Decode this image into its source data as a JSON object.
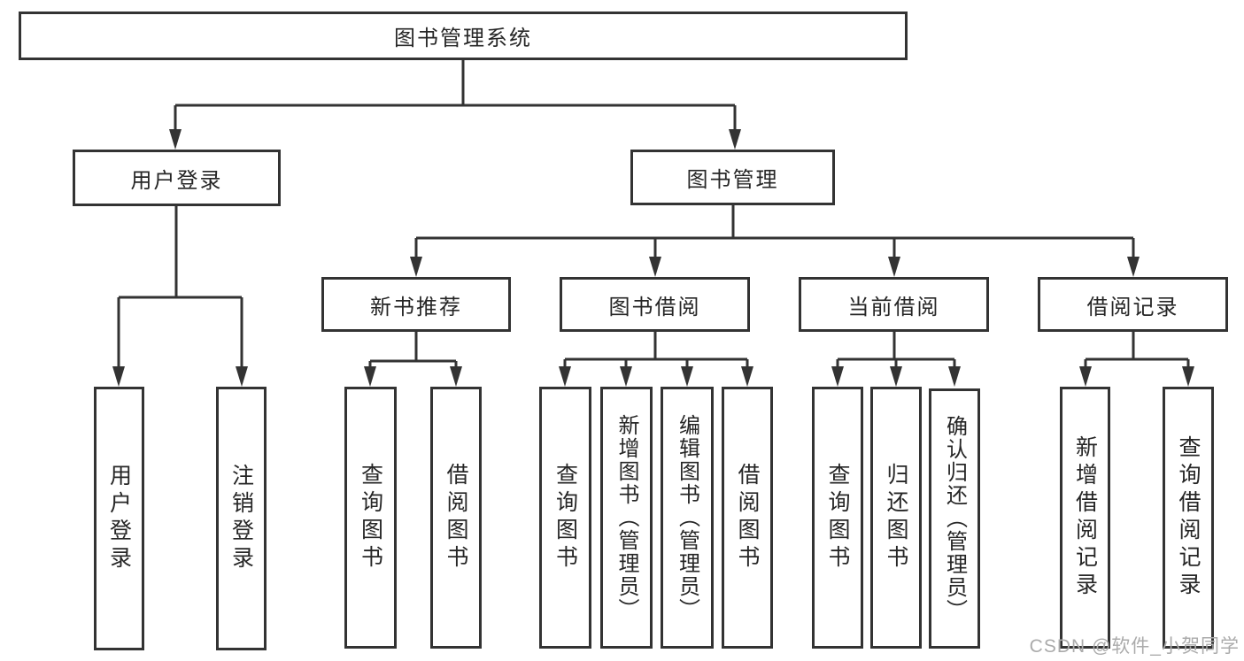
{
  "tree": {
    "root": {
      "label": "图书管理系统",
      "children": [
        {
          "label": "用户登录",
          "children": [
            {
              "label": "用户登录"
            },
            {
              "label": "注销登录"
            }
          ]
        },
        {
          "label": "图书管理",
          "children": [
            {
              "label": "新书推荐",
              "children": [
                {
                  "label": "查询图书"
                },
                {
                  "label": "借阅图书"
                }
              ]
            },
            {
              "label": "图书借阅",
              "children": [
                {
                  "label": "查询图书"
                },
                {
                  "label": "新增图书（管理员）"
                },
                {
                  "label": "编辑图书（管理员）"
                },
                {
                  "label": "借阅图书"
                }
              ]
            },
            {
              "label": "当前借阅",
              "children": [
                {
                  "label": "查询图书"
                },
                {
                  "label": "归还图书"
                },
                {
                  "label": "确认归还（管理员）"
                }
              ]
            },
            {
              "label": "借阅记录",
              "children": [
                {
                  "label": "新增借阅记录"
                },
                {
                  "label": "查询借阅记录"
                }
              ]
            }
          ]
        }
      ]
    }
  },
  "watermark": "CSDN @软件_小贺同学",
  "colors": {
    "line": "#333333",
    "border": "#333333",
    "text": "#262626",
    "watermark": "#ababab",
    "background": "#ffffff"
  }
}
